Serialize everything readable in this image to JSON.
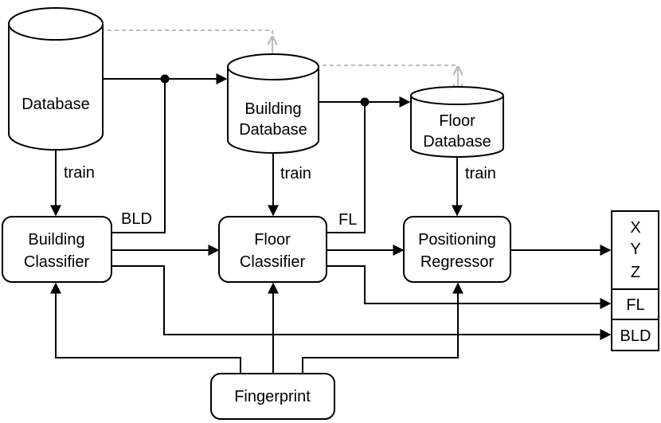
{
  "cylinders": {
    "database": "Database",
    "building_db": [
      "Building",
      "Database"
    ],
    "floor_db": [
      "Floor",
      "Database"
    ]
  },
  "boxes": {
    "building_classifier": [
      "Building",
      "Classifier"
    ],
    "floor_classifier": [
      "Floor",
      "Classifier"
    ],
    "positioning_regressor": [
      "Positioning",
      "Regressor"
    ],
    "fingerprint": "Fingerprint"
  },
  "edge_labels": {
    "train": "train",
    "bld": "BLD",
    "fl": "FL"
  },
  "outputs": {
    "xyz": [
      "X",
      "Y",
      "Z"
    ],
    "fl": "FL",
    "bld": "BLD"
  }
}
